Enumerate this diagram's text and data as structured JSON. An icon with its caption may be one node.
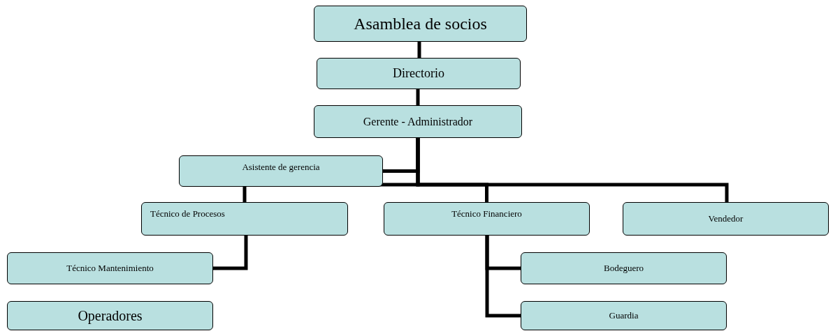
{
  "diagram": {
    "nodes": [
      {
        "text": [
          "Asamblea de socios"
        ]
      },
      {
        "text": [
          "Directorio"
        ]
      },
      {
        "text": [
          "Gerente - Administrador"
        ]
      },
      {
        "text": [
          "Asistente de gerencia"
        ]
      },
      {
        "text": [
          "Técnico de Procesos"
        ]
      },
      {
        "text": [
          "Técnico Financiero"
        ]
      },
      {
        "text": [
          "Vendedor"
        ]
      },
      {
        "text": [
          "Técnico Mantenimiento"
        ]
      },
      {
        "text": [
          "Operadores"
        ]
      },
      {
        "text": [
          "Bodeguero"
        ]
      },
      {
        "text": [
          "Guardia"
        ]
      }
    ],
    "edges": [
      {
        "from": 0,
        "to": 1,
        "arrow": "none"
      },
      {
        "from": 1,
        "to": 2,
        "arrow": "none"
      },
      {
        "from": 2,
        "to": 3,
        "arrow": "none"
      },
      {
        "from": 2,
        "to": 4,
        "arrow": "none"
      },
      {
        "from": 2,
        "to": 5,
        "arrow": "none"
      },
      {
        "from": 2,
        "to": 6,
        "arrow": "none"
      },
      {
        "from": 4,
        "to": 7,
        "arrow": "none"
      },
      {
        "from": 5,
        "to": 9,
        "arrow": "none"
      },
      {
        "from": 5,
        "to": 10,
        "arrow": "none"
      }
    ]
  }
}
